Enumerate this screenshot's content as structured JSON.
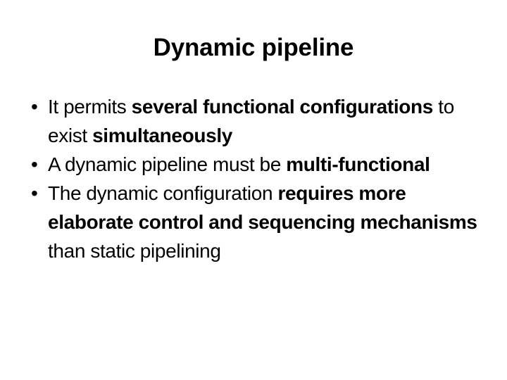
{
  "slide": {
    "title": "Dynamic pipeline",
    "background_color": "#ffffff",
    "text_color": "#000000",
    "bullet_glyph": "•",
    "bullets": [
      {
        "marker": "•",
        "segments": [
          {
            "text": "It permits ",
            "bold": false
          },
          {
            "text": "several functional configurations",
            "bold": true
          },
          {
            "text": " to exist ",
            "bold": false
          },
          {
            "text": "simultaneously",
            "bold": true
          }
        ],
        "plain": "It permits several functional configurations to exist simultaneously"
      },
      {
        "marker": "•",
        "segments": [
          {
            "text": "A dynamic pipeline must be ",
            "bold": false
          },
          {
            "text": "multi-functional",
            "bold": true
          }
        ],
        "plain": "A dynamic pipeline must be multi-functional"
      },
      {
        "marker": "•",
        "segments": [
          {
            "text": "The dynamic configuration ",
            "bold": false
          },
          {
            "text": "requires more elaborate control and sequencing mechanisms",
            "bold": true
          },
          {
            "text": " than static pipelining",
            "bold": false
          }
        ],
        "plain": "The dynamic configuration requires more elaborate control and sequencing mechanisms than static pipelining"
      }
    ]
  }
}
